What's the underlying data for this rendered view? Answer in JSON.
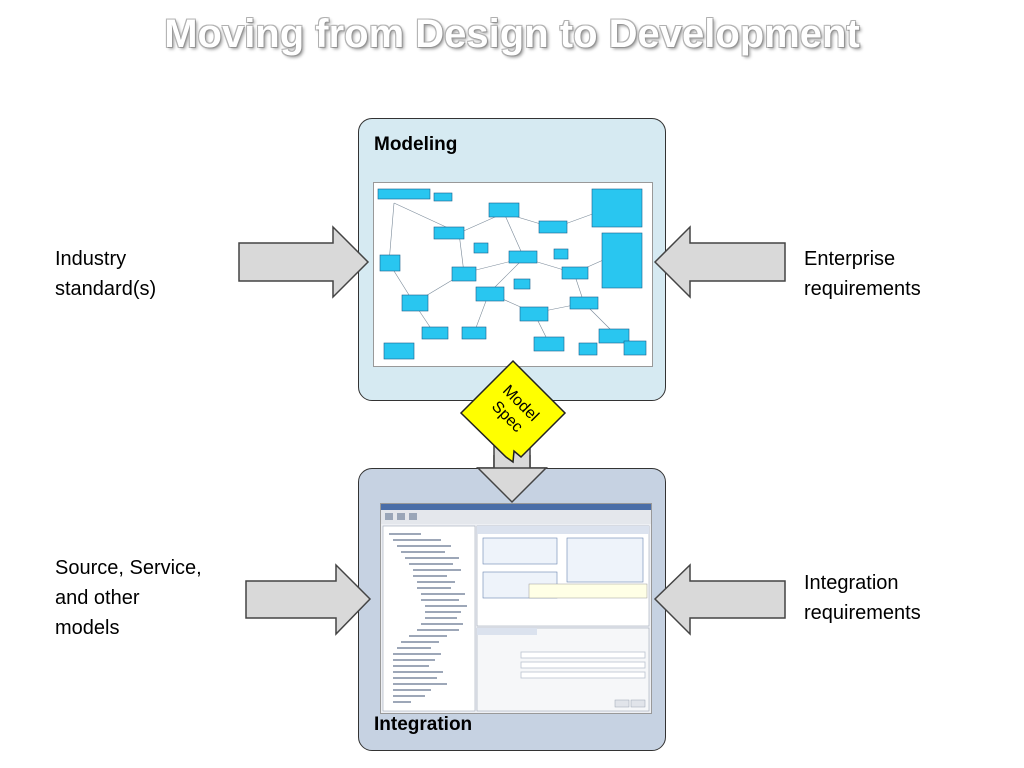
{
  "title": "Moving from Design to Development",
  "modeling": {
    "label": "Modeling"
  },
  "integration": {
    "label": "Integration"
  },
  "badge": {
    "line1": "Model",
    "line2": "Spec"
  },
  "inputs": {
    "industry": [
      "Industry",
      "standard(s)"
    ],
    "enterprise": [
      "Enterprise",
      "requirements"
    ],
    "source": [
      "Source, Service,",
      "and other",
      "models"
    ],
    "integration_req": [
      "Integration",
      "requirements"
    ]
  },
  "colors": {
    "modeling_panel": "#d6eaf2",
    "integration_panel": "#c6d2e2",
    "arrow_fill": "#d9d9d9",
    "badge_fill": "#ffff00",
    "node_fill": "#29c6f0"
  }
}
